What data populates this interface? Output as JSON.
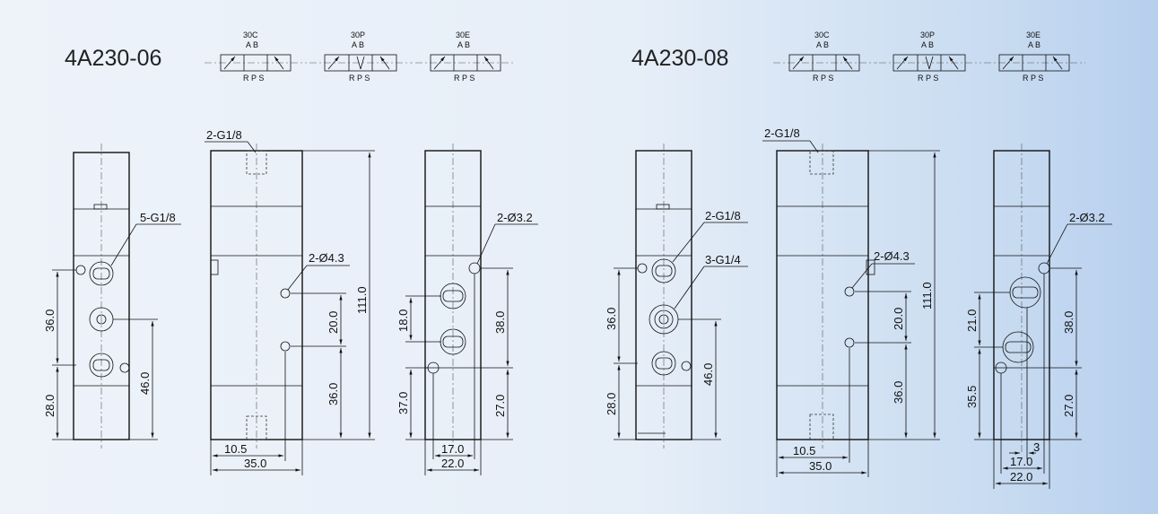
{
  "models": [
    {
      "name": "4A230-06",
      "symbols": [
        "30C",
        "30P",
        "30E"
      ],
      "port_labels_top": "A B",
      "port_labels_bottom": "R P S",
      "side_view": {
        "callout": "5-G1/8",
        "dims": [
          "36.0",
          "28.0",
          "46.0"
        ]
      },
      "front_view": {
        "top_callout": "2-G1/8",
        "hole_callout": "2-Ø4.3",
        "dims": [
          "20.0",
          "36.0",
          "111.0",
          "10.5",
          "35.0"
        ]
      },
      "end_view": {
        "callout": "2-Ø3.2",
        "dims": [
          "18.0",
          "37.0",
          "38.0",
          "27.0",
          "17.0",
          "22.0"
        ]
      }
    },
    {
      "name": "4A230-08",
      "symbols": [
        "30C",
        "30P",
        "30E"
      ],
      "port_labels_top": "A B",
      "port_labels_bottom": "R P S",
      "side_view": {
        "callout_a": "2-G1/8",
        "callout_b": "3-G1/4",
        "dims": [
          "36.0",
          "28.0",
          "46.0"
        ]
      },
      "front_view": {
        "top_callout": "2-G1/8",
        "hole_callout": "2-Ø4.3",
        "dims": [
          "20.0",
          "36.0",
          "111.0",
          "10.5",
          "35.0"
        ]
      },
      "end_view": {
        "callout": "2-Ø3.2",
        "dims": [
          "21.0",
          "35.5",
          "38.0",
          "27.0",
          "3",
          "17.0",
          "22.0"
        ]
      }
    }
  ]
}
